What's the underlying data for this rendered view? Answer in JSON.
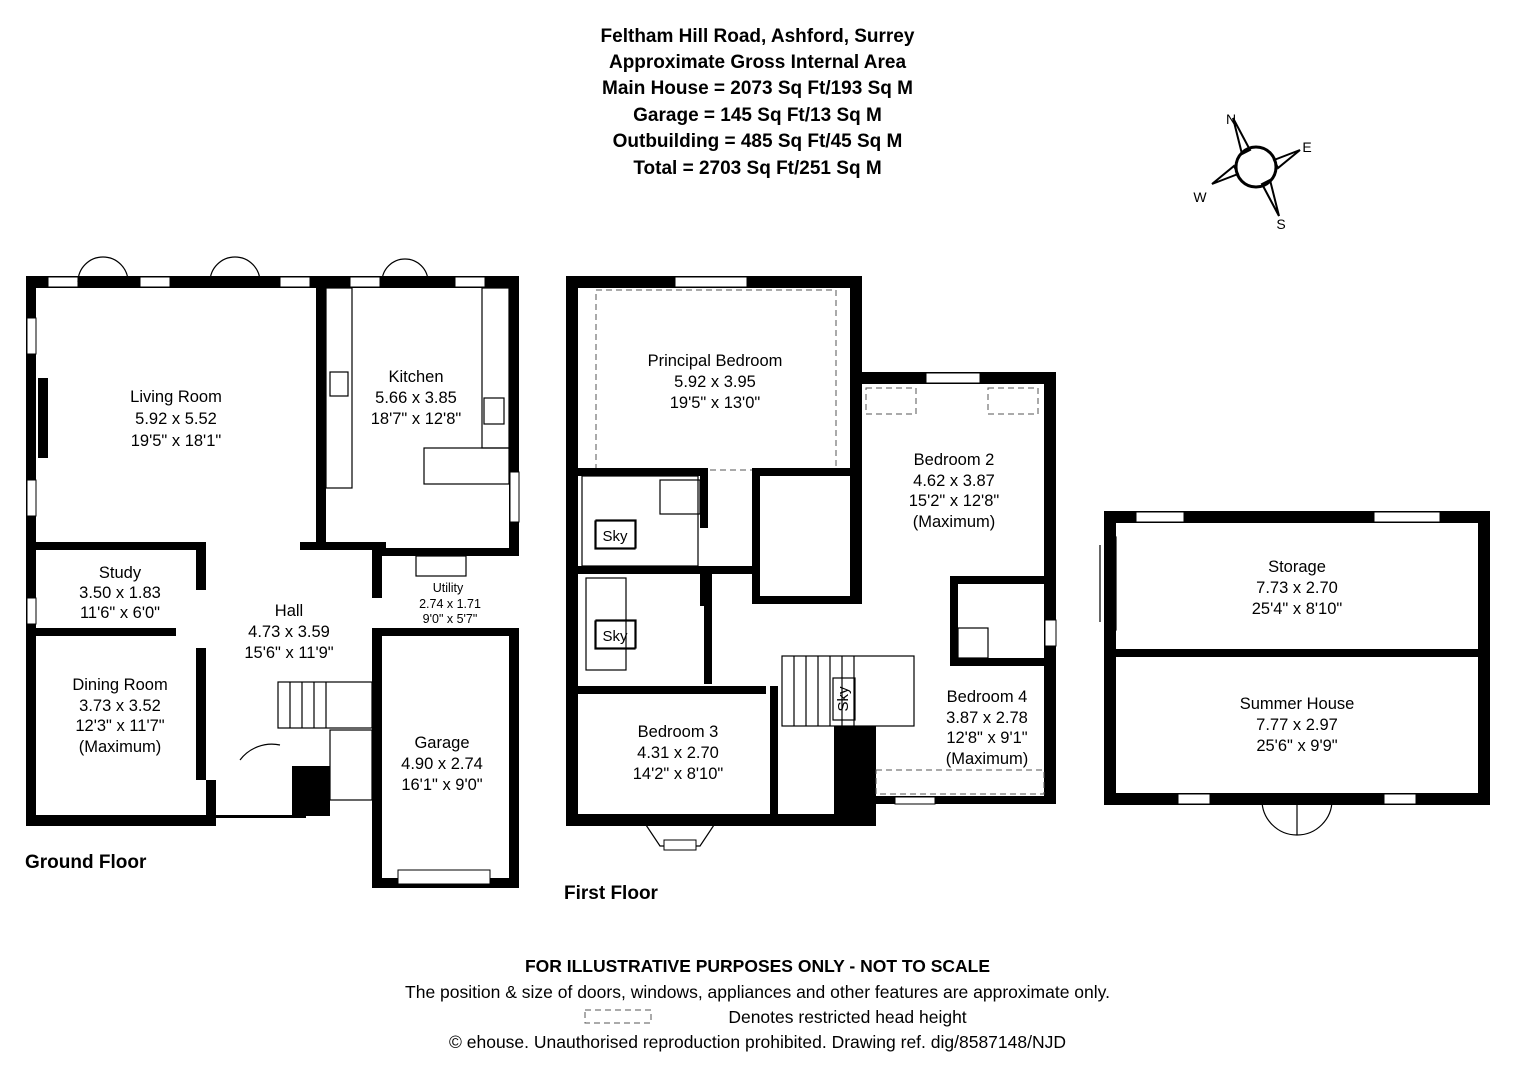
{
  "header": {
    "address": "Feltham Hill Road, Ashford, Surrey",
    "subtitle": "Approximate Gross Internal Area",
    "main_house": "Main House = 2073 Sq Ft/193 Sq M",
    "garage": "Garage = 145 Sq Ft/13 Sq M",
    "outbuilding": "Outbuilding = 485 Sq Ft/45 Sq M",
    "total": "Total = 2703 Sq Ft/251 Sq M"
  },
  "compass": {
    "n": "N",
    "e": "E",
    "s": "S",
    "w": "W"
  },
  "floors": {
    "ground": "Ground Floor",
    "first": "First Floor"
  },
  "rooms": {
    "living": {
      "name": "Living Room",
      "metric": "5.92 x 5.52",
      "imperial": "19'5\" x 18'1\""
    },
    "kitchen": {
      "name": "Kitchen",
      "metric": "5.66 x 3.85",
      "imperial": "18'7\" x 12'8\""
    },
    "study": {
      "name": "Study",
      "metric": "3.50 x 1.83",
      "imperial": "11'6\" x 6'0\""
    },
    "hall": {
      "name": "Hall",
      "metric": "4.73 x 3.59",
      "imperial": "15'6\" x 11'9\""
    },
    "utility": {
      "name": "Utility",
      "metric": "2.74 x 1.71",
      "imperial": "9'0\" x 5'7\""
    },
    "dining": {
      "name": "Dining Room",
      "metric": "3.73 x 3.52",
      "imperial": "12'3\" x 11'7\"",
      "note": "(Maximum)"
    },
    "garage": {
      "name": "Garage",
      "metric": "4.90 x 2.74",
      "imperial": "16'1\" x 9'0\""
    },
    "principal": {
      "name": "Principal Bedroom",
      "metric": "5.92 x 3.95",
      "imperial": "19'5\" x 13'0\""
    },
    "bedroom2": {
      "name": "Bedroom 2",
      "metric": "4.62 x 3.87",
      "imperial": "15'2\" x 12'8\"",
      "note": "(Maximum)"
    },
    "bedroom3": {
      "name": "Bedroom 3",
      "metric": "4.31 x 2.70",
      "imperial": "14'2\" x 8'10\""
    },
    "bedroom4": {
      "name": "Bedroom 4",
      "metric": "3.87 x 2.78",
      "imperial": "12'8\" x 9'1\"",
      "note": "(Maximum)"
    },
    "storage": {
      "name": "Storage",
      "metric": "7.73 x 2.70",
      "imperial": "25'4\" x 8'10\""
    },
    "summer": {
      "name": "Summer House",
      "metric": "7.77 x 2.97",
      "imperial": "25'6\" x 9'9\""
    }
  },
  "skylight_label": "Sky",
  "footer": {
    "disclaimer_title": "FOR ILLUSTRATIVE PURPOSES ONLY - NOT TO SCALE",
    "disclaimer_text": "The position & size of doors, windows, appliances and other features are approximate only.",
    "legend_text": "Denotes restricted head height",
    "copyright": "© ehouse. Unauthorised reproduction prohibited. Drawing ref. dig/8587148/NJD"
  }
}
